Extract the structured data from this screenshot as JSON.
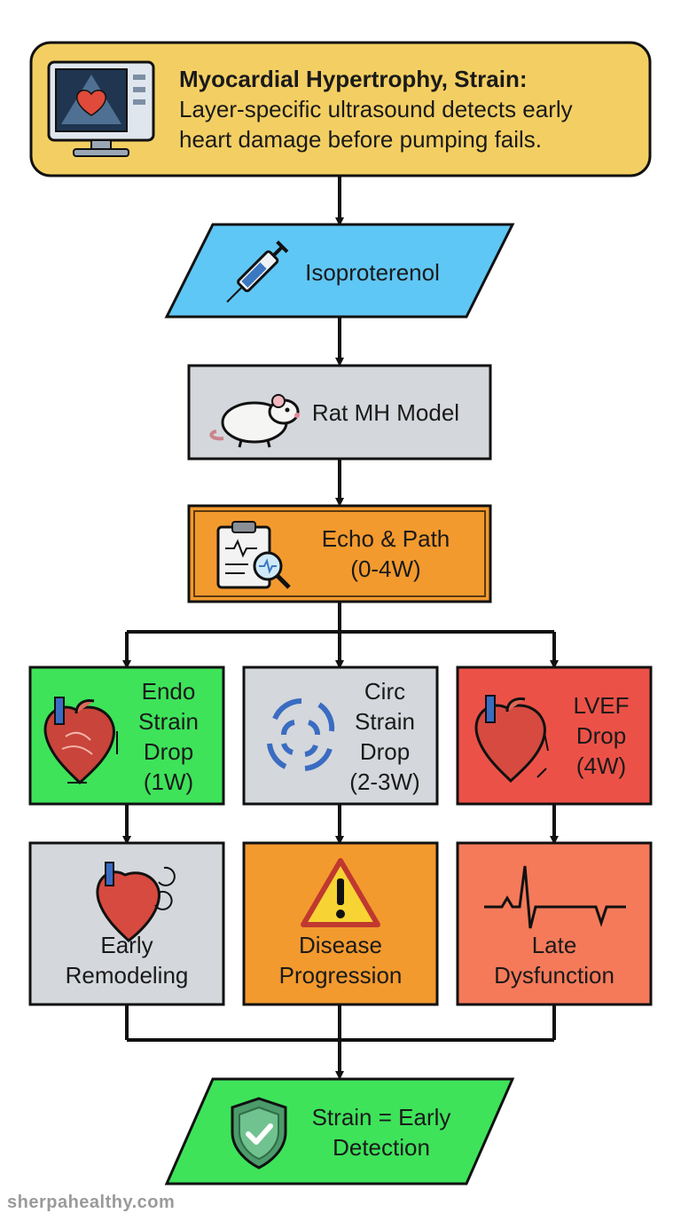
{
  "header": {
    "title": "Myocardial Hypertrophy, Strain:",
    "line1": "Layer-specific ultrasound detects early",
    "line2": "heart damage before pumping fails."
  },
  "steps": {
    "drug": "Isoproterenol",
    "model": "Rat MH Model",
    "exam": {
      "line1": "Echo & Path",
      "line2": "(0-4W)"
    }
  },
  "branches": [
    {
      "lines": [
        "Endo",
        "Strain",
        "Drop",
        "(1W)"
      ],
      "outcome": [
        "Early",
        "Remodeling"
      ]
    },
    {
      "lines": [
        "Circ",
        "Strain",
        "Drop",
        "(2-3W)"
      ],
      "outcome": [
        "Disease",
        "Progression"
      ]
    },
    {
      "lines": [
        "LVEF",
        "Drop",
        "(4W)"
      ],
      "outcome": [
        "Late",
        "Dysfunction"
      ]
    }
  ],
  "conclusion": {
    "line1": "Strain = Early",
    "line2": "Detection"
  },
  "footer": "sherpahealthy.com",
  "colors": {
    "header": "#f3cf63",
    "drug": "#5fc7f5",
    "gray": "#d4d7db",
    "orange": "#f39a2e",
    "green": "#3ee35a",
    "red": "#ec5147",
    "salmon": "#f57a5a",
    "conclusion": "#3ee35a"
  }
}
